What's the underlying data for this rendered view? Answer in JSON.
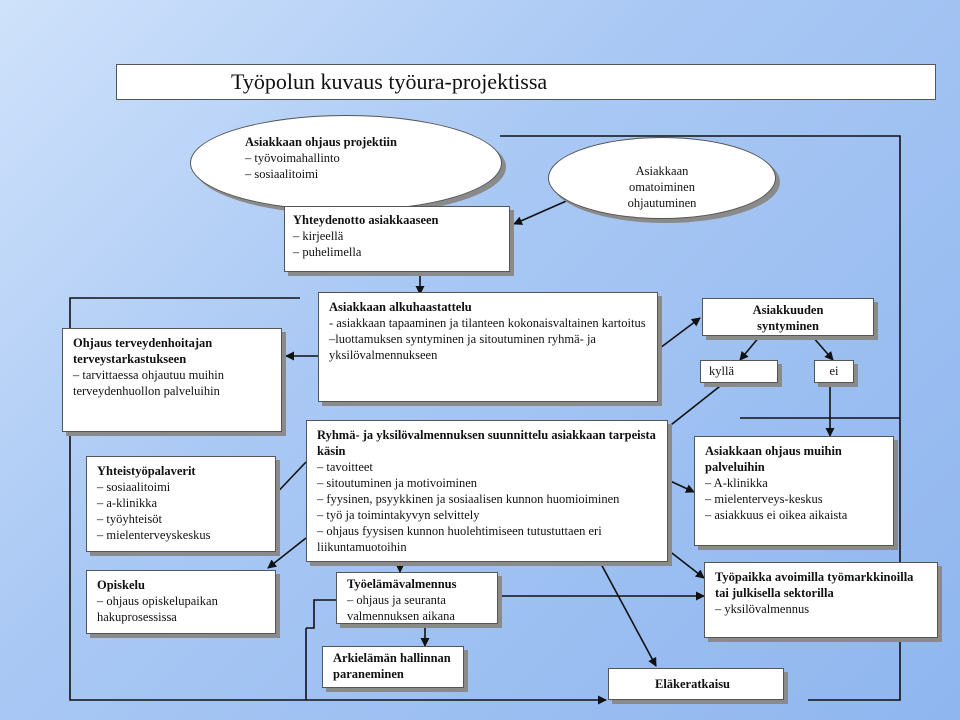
{
  "title": "Työpolun kuvaus työura-projektissa",
  "ohjaus_projektiin": {
    "heading": "Asiakkaan ohjaus projektiin",
    "items": [
      "– työvoimahallinto",
      "– sosiaalitoimi"
    ]
  },
  "omatoiminen": {
    "lines": [
      "Asiakkaan",
      "omatoiminen",
      "ohjautuminen"
    ]
  },
  "yhteydenotto": {
    "heading": "Yhteydenotto asiakkaaseen",
    "items": [
      "– kirjeellä",
      "– puhelimella"
    ]
  },
  "terveydenhoitaja": {
    "heading": "Ohjaus terveydenhoitajan terveystarkastukseen",
    "items": [
      "– tarvittaessa ohjautuu muihin terveydenhuollon palveluihin"
    ]
  },
  "alkuhaastattelu": {
    "heading": "Asiakkaan alkuhaastattelu",
    "items": [
      "- asiakkaan tapaaminen ja tilanteen kokonaisvaltainen kartoitus",
      "–luottamuksen syntyminen ja sitoutuminen ryhmä- ja yksilövalmennukseen"
    ]
  },
  "asiakkuuden": {
    "heading": "Asiakkuuden syntyminen"
  },
  "kylla": {
    "label": "kyllä"
  },
  "ei": {
    "label": "ei"
  },
  "yhteistyopalaverit": {
    "heading": "Yhteistyöpalaverit",
    "items": [
      "– sosiaalitoimi",
      "– a-klinikka",
      "– työyhteisöt",
      "– mielenterveyskeskus"
    ]
  },
  "suunnittelu": {
    "heading": "Ryhmä- ja yksilövalmennuksen suunnittelu asiakkaan tarpeista käsin",
    "items": [
      "– tavoitteet",
      "– sitoutuminen ja motivoiminen",
      "– fyysinen, psyykkinen ja sosiaalisen kunnon huomioiminen",
      "– työ ja toimintakyvyn selvittely",
      "– ohjaus fyysisen kunnon huolehtimiseen tutustuttaen eri liikuntamuotoihin"
    ]
  },
  "muihin_palveluihin": {
    "heading": "Asiakkaan ohjaus muihin palveluihin",
    "items": [
      "– A-klinikka",
      "– mielenterveys-keskus",
      "– asiakkuus ei oikea aikaista"
    ]
  },
  "opiskelu": {
    "heading": "Opiskelu",
    "items": [
      "– ohjaus opiskelupaikan hakuprosessissa"
    ]
  },
  "tyoelamavalmennus": {
    "heading": "Työelämävalmennus",
    "items": [
      "– ohjaus ja seuranta valmennuksen aikana"
    ]
  },
  "tyopaikka": {
    "heading": "Työpaikka avoimilla työmarkkinoilla tai julkisella sektorilla",
    "items": [
      "– yksilövalmennus"
    ]
  },
  "arkielama": {
    "heading": "Arkielämän hallinnan paraneminen"
  },
  "elakeratkaisu": {
    "heading": "Eläkeratkaisu"
  }
}
